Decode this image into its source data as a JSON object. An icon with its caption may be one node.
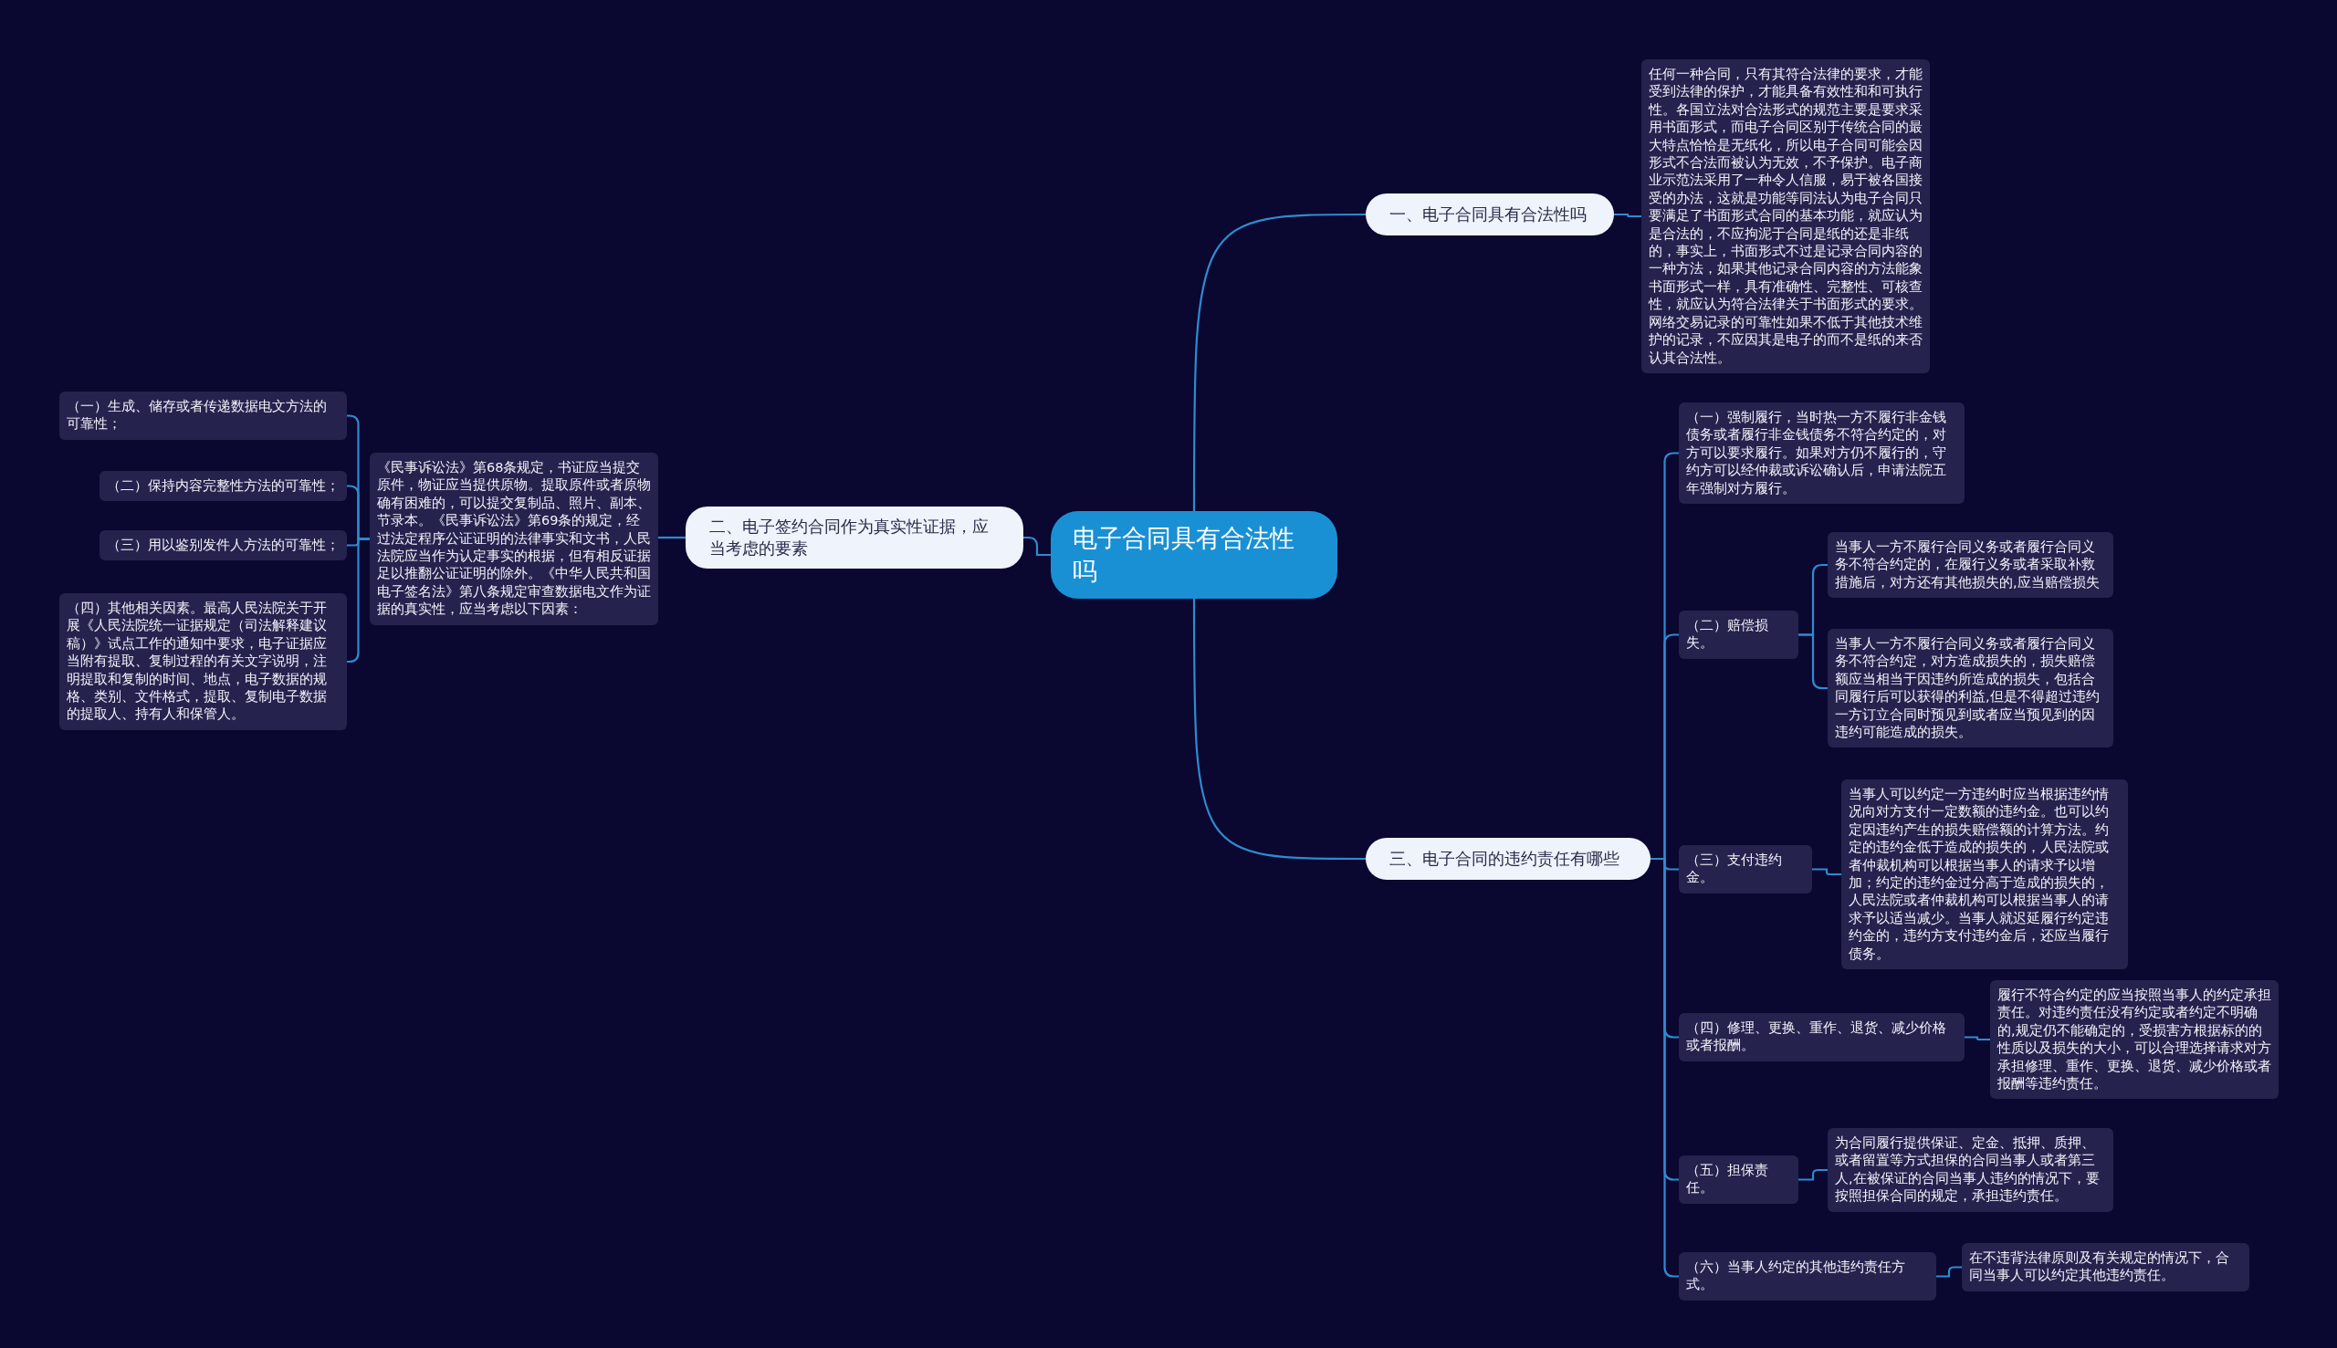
{
  "diagram": {
    "nodes": [
      {
        "text": [
          "电子合同具有合法性吗"
        ]
      },
      {
        "text": [
          "一、电子合同具有合法性吗"
        ]
      },
      {
        "text": [
          "任何一种合同，只有其符合法律的要求，才能受到法律的保护，才能具备有效性和和可执行性。各国立法对合法形式的规范主要是要求采用书面形式，而电子合同区别于传统合同的最大特点恰恰是无纸化，所以电子合同可能会因形式不合法而被认为无效，不予保护。电子商业示范法采用了一种令人信服，易于被各国接受的办法，这就是功能等同法认为电子合同只要满足了书面形式合同的基本功能，就应认为是合法的，不应拘泥于合同是纸的还是非纸的，事实上，书面形式不过是记录合同内容的一种方法，如果其他记录合同内容的方法能象书面形式一样，具有准确性、完整性、可核查性，就应认为符合法律关于书面形式的要求。网络交易记录的可靠性如果不低于其他技术维护的记录，不应因其是电子的而不是纸的来否认其合法性。"
        ]
      },
      {
        "text": [
          "二、电子签约合同作为真实性证据，应当考虑的要素"
        ]
      },
      {
        "text": [
          "《民事诉讼法》第68条规定，书证应当提交原件，物证应当提供原物。提取原件或者原物确有困难的，可以提交复制品、照片、副本、节录本。《民事诉讼法》第69条的规定，经过法定程序公证证明的法律事实和文书，人民法院应当作为认定事实的根据，但有相反证据足以推翻公证证明的除外。《中华人民共和国电子签名法》第八条规定审查数据电文作为证据的真实性，应当考虑以下因素："
        ]
      },
      {
        "text": [
          "（一）生成、储存或者传递数据电文方法的可靠性；"
        ]
      },
      {
        "text": [
          "（二）保持内容完整性方法的可靠性；"
        ]
      },
      {
        "text": [
          "（三）用以鉴别发件人方法的可靠性；"
        ]
      },
      {
        "text": [
          "（四）其他相关因素。最高人民法院关于开展《人民法院统一证据规定（司法解释建议稿）》试点工作的通知中要求，电子证据应当附有提取、复制过程的有关文字说明，注明提取和复制的时间、地点，电子数据的规格、类别、文件格式，提取、复制电子数据的提取人、持有人和保管人。"
        ]
      },
      {
        "text": [
          "三、电子合同的违约责任有哪些"
        ]
      },
      {
        "text": [
          "（一）强制履行，当时热一方不履行非金钱债务或者履行非金钱债务不符合约定的，对方可以要求履行。如果对方仍不履行的，守约方可以经仲裁或诉讼确认后，申请法院五年强制对方履行。"
        ]
      },
      {
        "text": [
          "（二）赔偿损失。"
        ]
      },
      {
        "text": [
          "当事人一方不履行合同义务或者履行合同义务不符合约定的，在履行义务或者采取补救措施后，对方还有其他损失的,应当赔偿损失"
        ]
      },
      {
        "text": [
          "当事人一方不履行合同义务或者履行合同义务不符合约定，对方造成损失的，损失赔偿额应当相当于因违约所造成的损失，包括合同履行后可以获得的利益,但是不得超过违约一方订立合同时预见到或者应当预见到的因违约可能造成的损失。"
        ]
      },
      {
        "text": [
          "（三）支付违约金。"
        ]
      },
      {
        "text": [
          "当事人可以约定一方违约时应当根据违约情况向对方支付一定数额的违约金。也可以约定因违约产生的损失赔偿额的计算方法。约定的违约金低于造成的损失的，人民法院或者仲裁机构可以根据当事人的请求予以增加；约定的违约金过分高于造成的损失的，人民法院或者仲裁机构可以根据当事人的请求予以适当减少。当事人就迟延履行约定违约金的，违约方支付违约金后，还应当履行债务。"
        ]
      },
      {
        "text": [
          "（四）修理、更换、重作、退货、减少价格或者报酬。"
        ]
      },
      {
        "text": [
          "履行不符合约定的应当按照当事人的约定承担责任。对违约责任没有约定或者约定不明确的,规定仍不能确定的，受损害方根据标的的性质以及损失的大小，可以合理选择请求对方承担修理、重作、更换、退货、减少价格或者报酬等违约责任。"
        ]
      },
      {
        "text": [
          "（五）担保责任。"
        ]
      },
      {
        "text": [
          "为合同履行提供保证、定金、抵押、质押、或者留置等方式担保的合同当事人或者第三人,在被保证的合同当事人违约的情况下，要按照担保合同的规定，承担违约责任。"
        ]
      },
      {
        "text": [
          "（六）当事人约定的其他违约责任方式。"
        ]
      },
      {
        "text": [
          "在不违背法律原则及有关规定的情况下，合同当事人可以约定其他违约责任。"
        ]
      }
    ],
    "edges": [
      {
        "from": 0,
        "to": 1,
        "arrow": "none"
      },
      {
        "from": 1,
        "to": 2,
        "arrow": "none"
      },
      {
        "from": 0,
        "to": 3,
        "arrow": "none"
      },
      {
        "from": 3,
        "to": 4,
        "arrow": "none"
      },
      {
        "from": 4,
        "to": 5,
        "arrow": "none"
      },
      {
        "from": 4,
        "to": 6,
        "arrow": "none"
      },
      {
        "from": 4,
        "to": 7,
        "arrow": "none"
      },
      {
        "from": 4,
        "to": 8,
        "arrow": "none"
      },
      {
        "from": 0,
        "to": 9,
        "arrow": "none"
      },
      {
        "from": 9,
        "to": 10,
        "arrow": "none"
      },
      {
        "from": 9,
        "to": 11,
        "arrow": "none"
      },
      {
        "from": 11,
        "to": 12,
        "arrow": "none"
      },
      {
        "from": 11,
        "to": 13,
        "arrow": "none"
      },
      {
        "from": 9,
        "to": 14,
        "arrow": "none"
      },
      {
        "from": 14,
        "to": 15,
        "arrow": "none"
      },
      {
        "from": 9,
        "to": 16,
        "arrow": "none"
      },
      {
        "from": 16,
        "to": 17,
        "arrow": "none"
      },
      {
        "from": 9,
        "to": 18,
        "arrow": "none"
      },
      {
        "from": 18,
        "to": 19,
        "arrow": "none"
      },
      {
        "from": 9,
        "to": 20,
        "arrow": "none"
      },
      {
        "from": 20,
        "to": 21,
        "arrow": "none"
      }
    ]
  }
}
